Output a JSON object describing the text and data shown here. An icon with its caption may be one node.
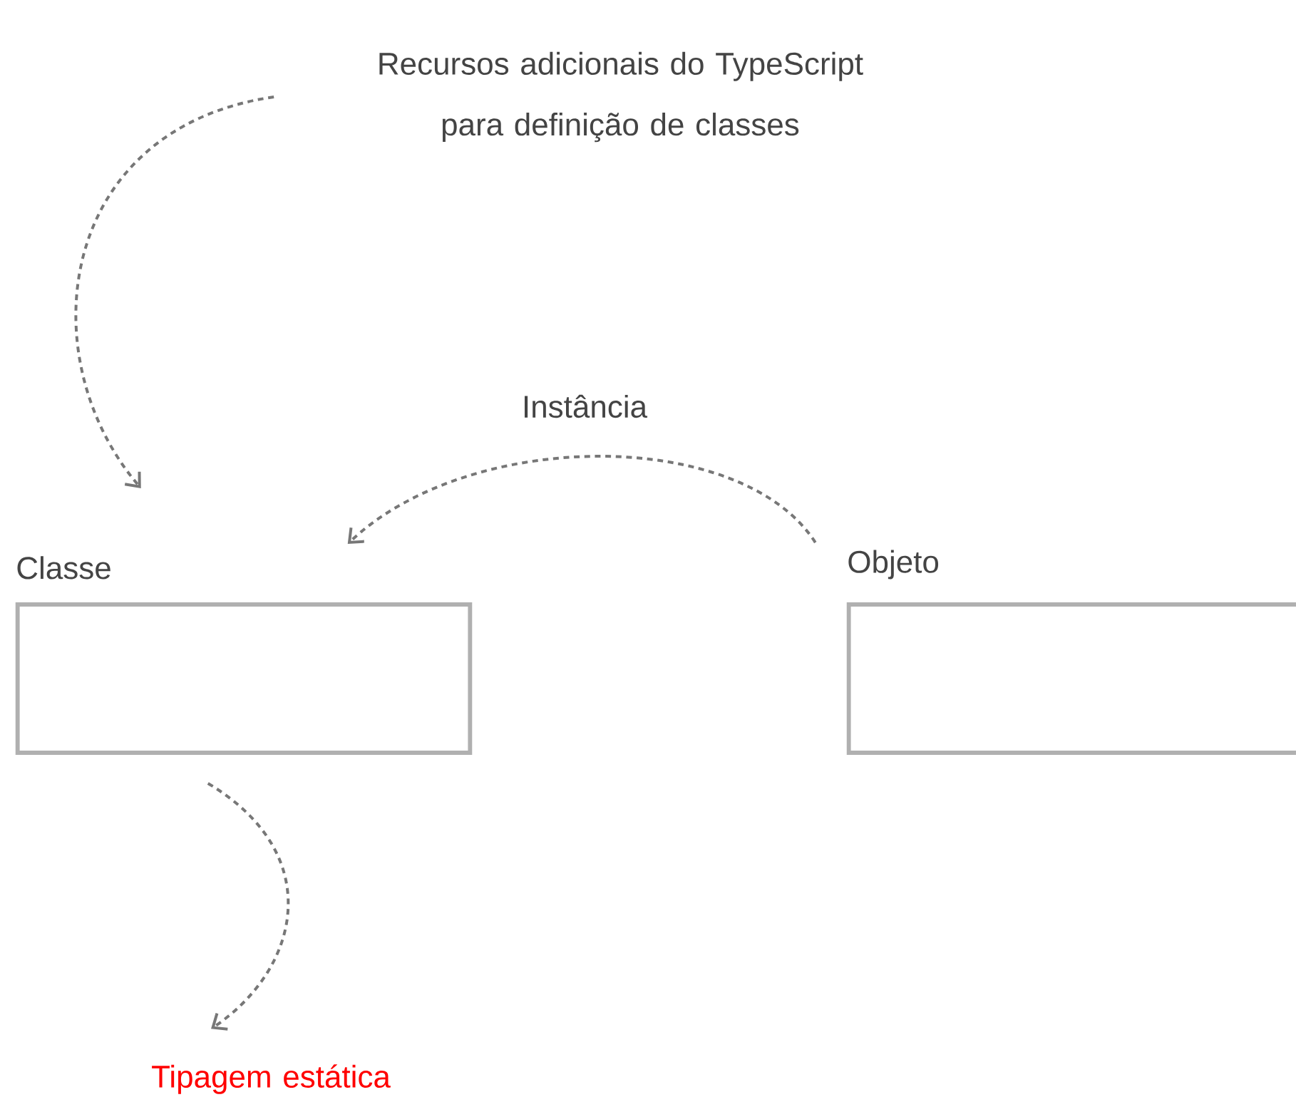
{
  "diagram": {
    "nodes": [
      {
        "text": [
          "Recursos adicionais do TypeScript para definição de classes"
        ]
      },
      {
        "text": [
          "Classe"
        ]
      },
      {
        "text": [
          "Objeto"
        ]
      },
      {
        "text": [
          "Tipagem estática"
        ]
      }
    ],
    "edges": [
      {
        "from": 0,
        "to": 1,
        "arrow": "to",
        "style": "dashed"
      },
      {
        "from": 2,
        "to": 1,
        "arrow": "to",
        "style": "dashed",
        "label": "Instância"
      },
      {
        "from": 1,
        "to": 3,
        "arrow": "to",
        "style": "dashed"
      }
    ]
  }
}
